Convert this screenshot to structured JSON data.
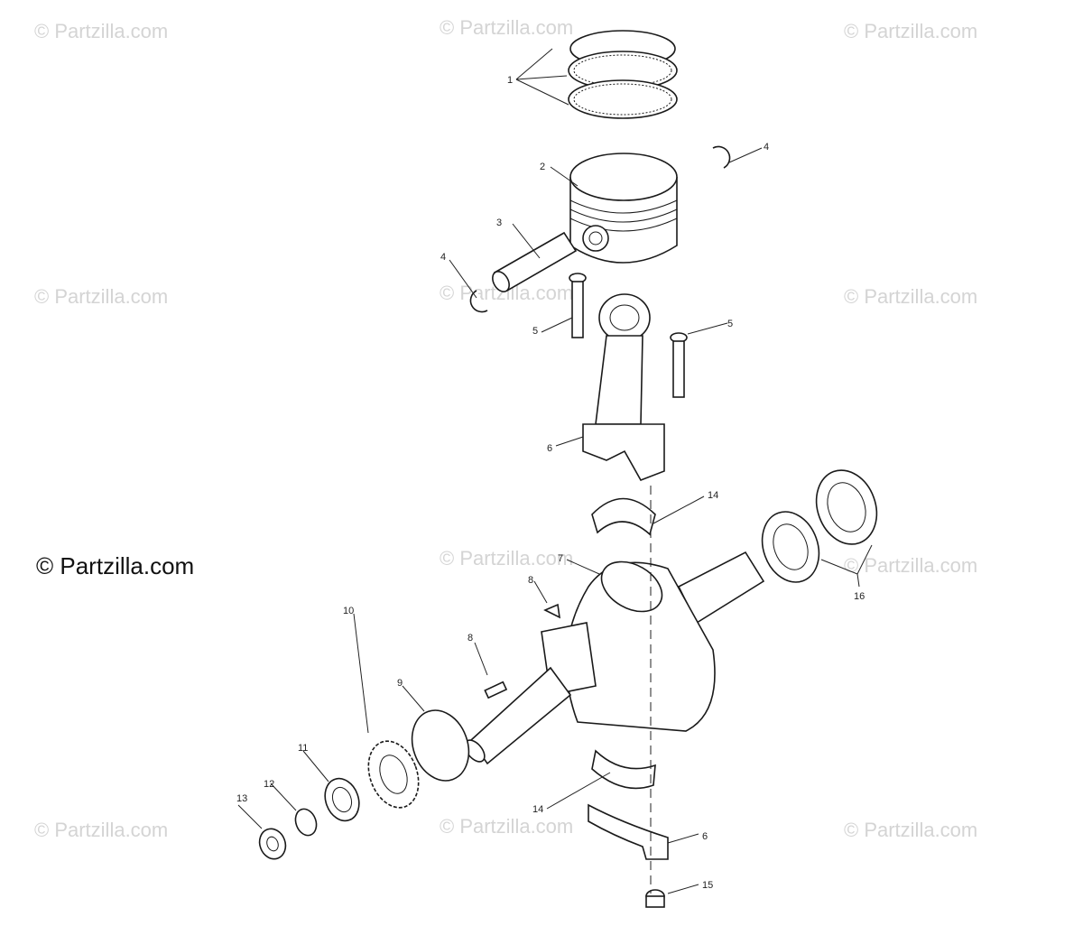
{
  "watermarks": [
    "© Partzilla.com",
    "© Partzilla.com",
    "© Partzilla.com",
    "© Partzilla.com",
    "© Partzilla.com",
    "© Partzilla.com",
    "© Partzilla.com",
    "© Partzilla.com",
    "© Partzilla.com",
    "© Partzilla.com",
    "© Partzilla.com"
  ],
  "brand": "© Partzilla.com",
  "callouts": {
    "c1": "1",
    "c2": "2",
    "c3": "3",
    "c4a": "4",
    "c4b": "4",
    "c5a": "5",
    "c5b": "5",
    "c6a": "6",
    "c6b": "6",
    "c7": "7",
    "c8a": "8",
    "c8b": "8",
    "c9": "9",
    "c10": "10",
    "c11": "11",
    "c12": "12",
    "c13": "13",
    "c14a": "14",
    "c14b": "14",
    "c15": "15",
    "c16": "16"
  }
}
